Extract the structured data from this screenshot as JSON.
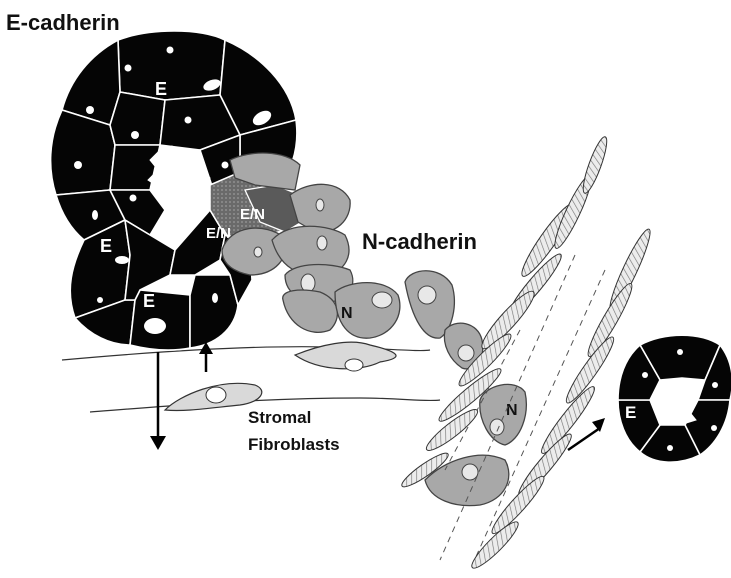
{
  "labels": {
    "e_cadherin": "E-cadherin",
    "n_cadherin": "N-cadherin",
    "stromal": "Stromal",
    "fibroblasts": "Fibroblasts",
    "cell_e": "E",
    "cell_n": "N",
    "cell_en": "E/N"
  },
  "colors": {
    "e_cell": "#050505",
    "n_cell": "#a8a8a8",
    "transition": "#606060",
    "background": "#ffffff"
  }
}
